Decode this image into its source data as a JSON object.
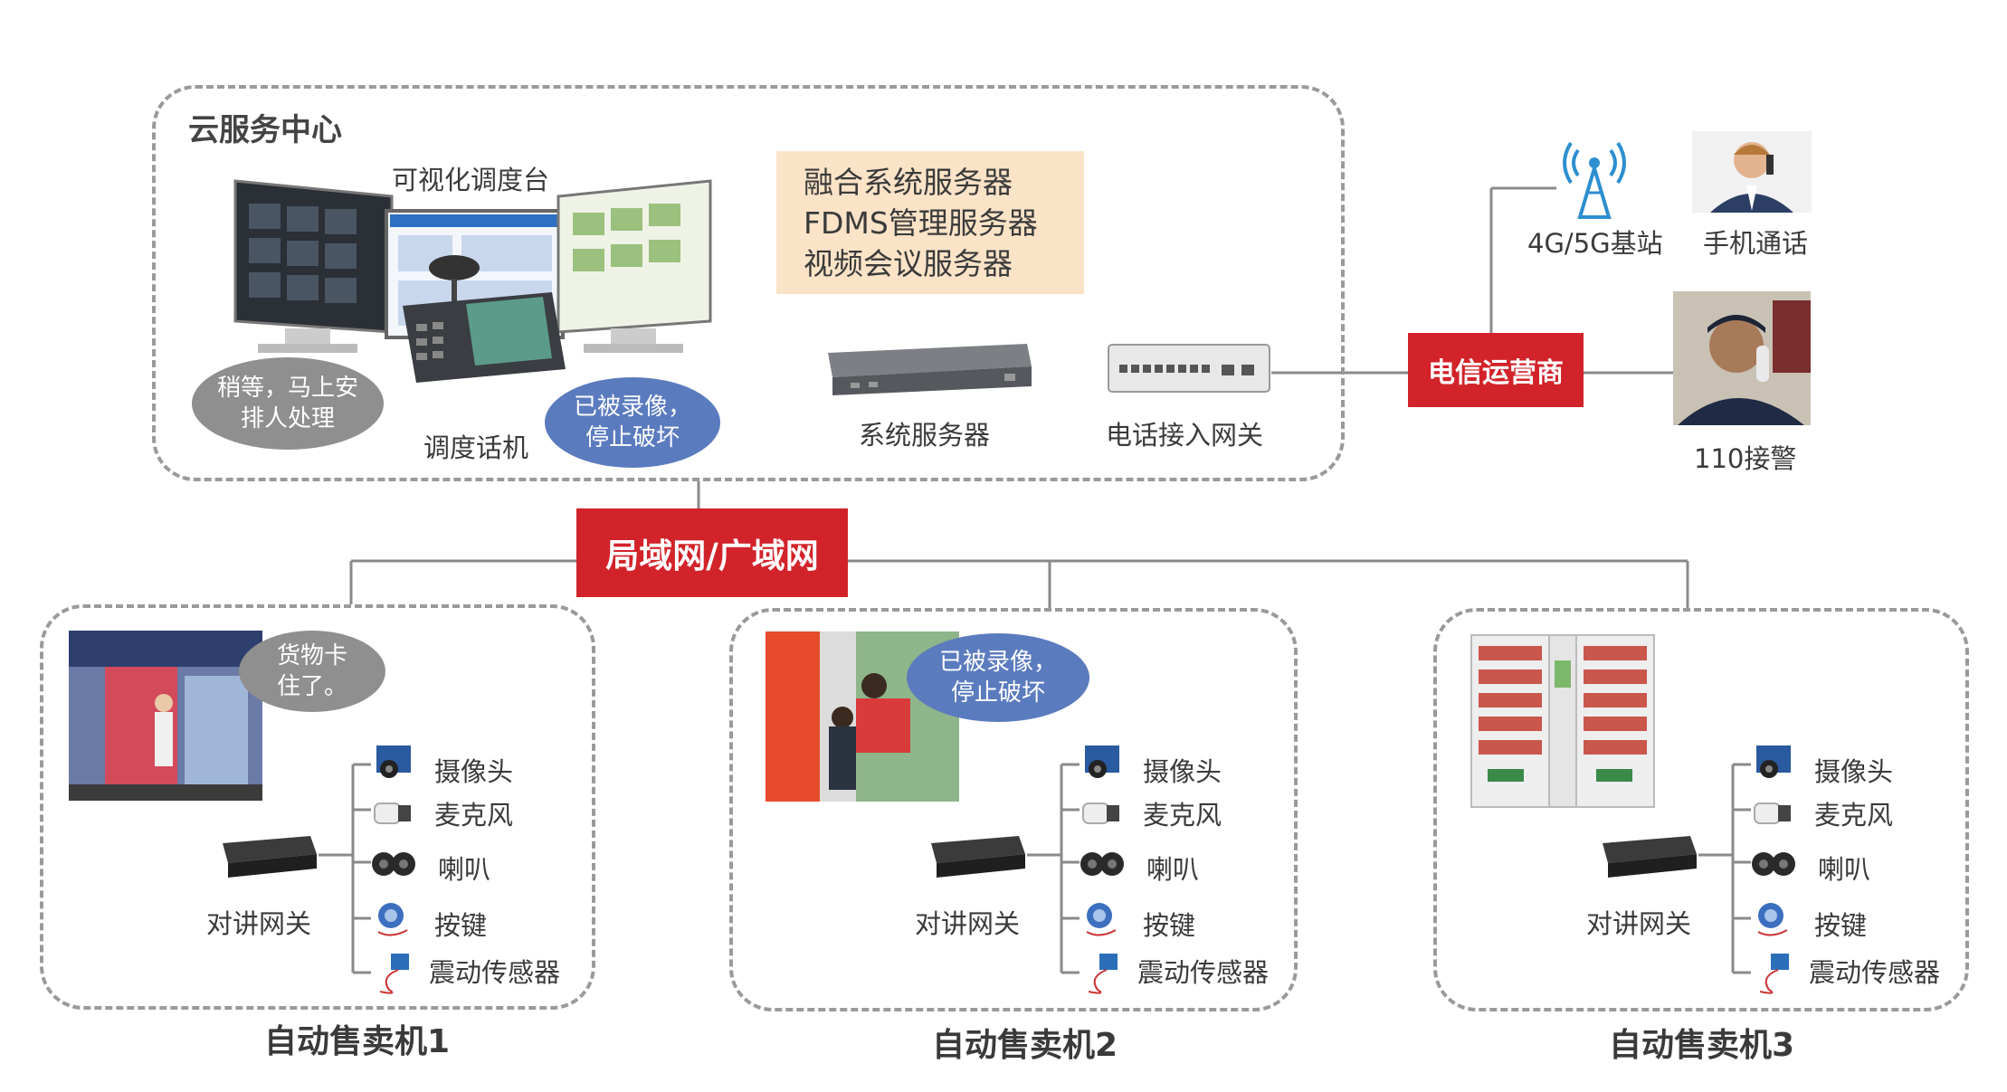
{
  "cloud": {
    "title": "云服务中心",
    "console_label": "可视化调度台",
    "phone_label": "调度话机",
    "bubble_left": [
      "稍等，马上安",
      "排人处理"
    ],
    "bubble_right": [
      "已被录像，",
      "停止破坏"
    ],
    "servers_text": [
      "融合系统服务器",
      "FDMS管理服务器",
      "视频会议服务器"
    ],
    "system_server_label": "系统服务器",
    "gateway_label": "电话接入网关"
  },
  "telecom": {
    "label": "电信运营商",
    "base_station_label": "4G/5G基站",
    "mobile_label": "手机通话",
    "police_label": "110接警"
  },
  "network": {
    "label": "局域网/广域网"
  },
  "machines": [
    {
      "name": "自动售卖机1",
      "bubble": [
        "货物卡",
        "住了。"
      ],
      "gateway_label": "对讲网关",
      "devices": [
        "摄像头",
        "麦克风",
        "喇叭",
        "按键",
        "震动传感器"
      ]
    },
    {
      "name": "自动售卖机2",
      "bubble": [
        "已被录像，",
        "停止破坏"
      ],
      "gateway_label": "对讲网关",
      "devices": [
        "摄像头",
        "麦克风",
        "喇叭",
        "按键",
        "震动传感器"
      ]
    },
    {
      "name": "自动售卖机3",
      "gateway_label": "对讲网关",
      "devices": [
        "摄像头",
        "麦克风",
        "喇叭",
        "按键",
        "震动传感器"
      ]
    }
  ],
  "colors": {
    "red": "#d2232a",
    "beige": "#fbe3c8",
    "gray_bubble": "#8f8f8f",
    "blue_bubble": "#5b7bbf",
    "line": "#8a8a8a"
  }
}
